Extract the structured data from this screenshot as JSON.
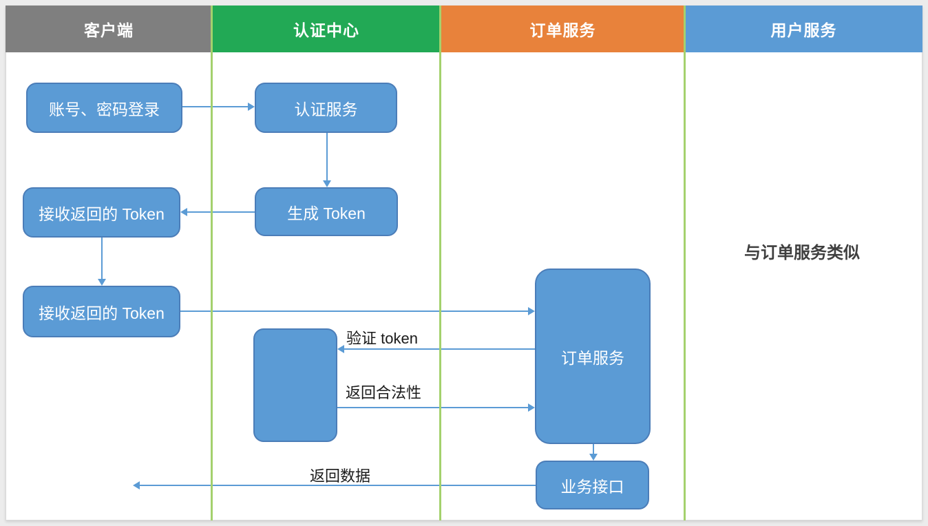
{
  "diagram": {
    "type": "swimlane-sequence",
    "lanes": [
      {
        "label": "客户端",
        "color": "#7f7f7f"
      },
      {
        "label": "认证中心",
        "color": "#22a955"
      },
      {
        "label": "订单服务",
        "color": "#e8823b"
      },
      {
        "label": "用户服务",
        "color": "#5b9bd5"
      }
    ],
    "nodes": {
      "account_login": "账号、密码登录",
      "auth_service": "认证服务",
      "gen_token": "生成 Token",
      "recv_token_1": "接收返回的 Token",
      "recv_token_2": "接收返回的 Token",
      "token_validator": "",
      "order_service": "订单服务",
      "biz_api": "业务接口"
    },
    "edge_labels": {
      "verify_token": "验证 token",
      "return_validity": "返回合法性",
      "return_data": "返回数据"
    },
    "notes": {
      "user_service_note": "与订单服务类似"
    },
    "colors": {
      "node_fill": "#5b9bd5",
      "node_border": "#4b7db8",
      "arrow": "#5b9bd5",
      "lane_divider": "#a4d16d",
      "header_text": "#ffffff",
      "label_text": "#1a1a1a",
      "page_background": "#ececec",
      "canvas_background": "#ffffff"
    }
  }
}
